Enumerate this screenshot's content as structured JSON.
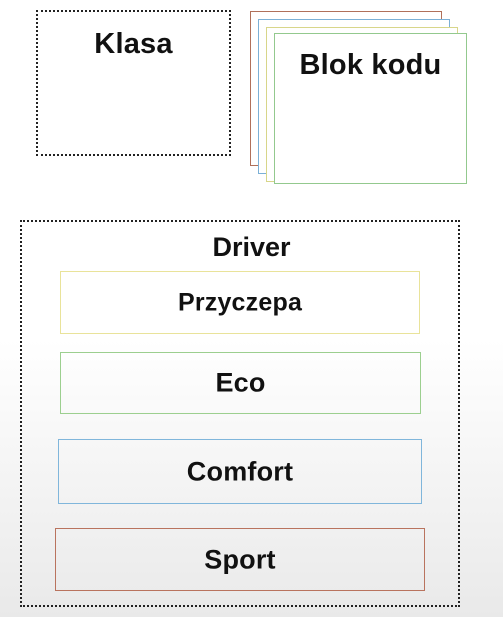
{
  "legend": {
    "class_label": "Klasa",
    "code_block_label": "Blok kodu"
  },
  "driver": {
    "title": "Driver",
    "blocks": [
      {
        "label": "Przyczepa",
        "color": "#e9e39a"
      },
      {
        "label": "Eco",
        "color": "#9ccf8f"
      },
      {
        "label": "Comfort",
        "color": "#80b6db"
      },
      {
        "label": "Sport",
        "color": "#b9735e"
      }
    ]
  },
  "colors": {
    "class_border": "#222222",
    "stack_red": "#b0705a",
    "stack_blue": "#7bb0d6",
    "stack_yellow": "#d8d68a",
    "stack_green": "#93c98e"
  }
}
